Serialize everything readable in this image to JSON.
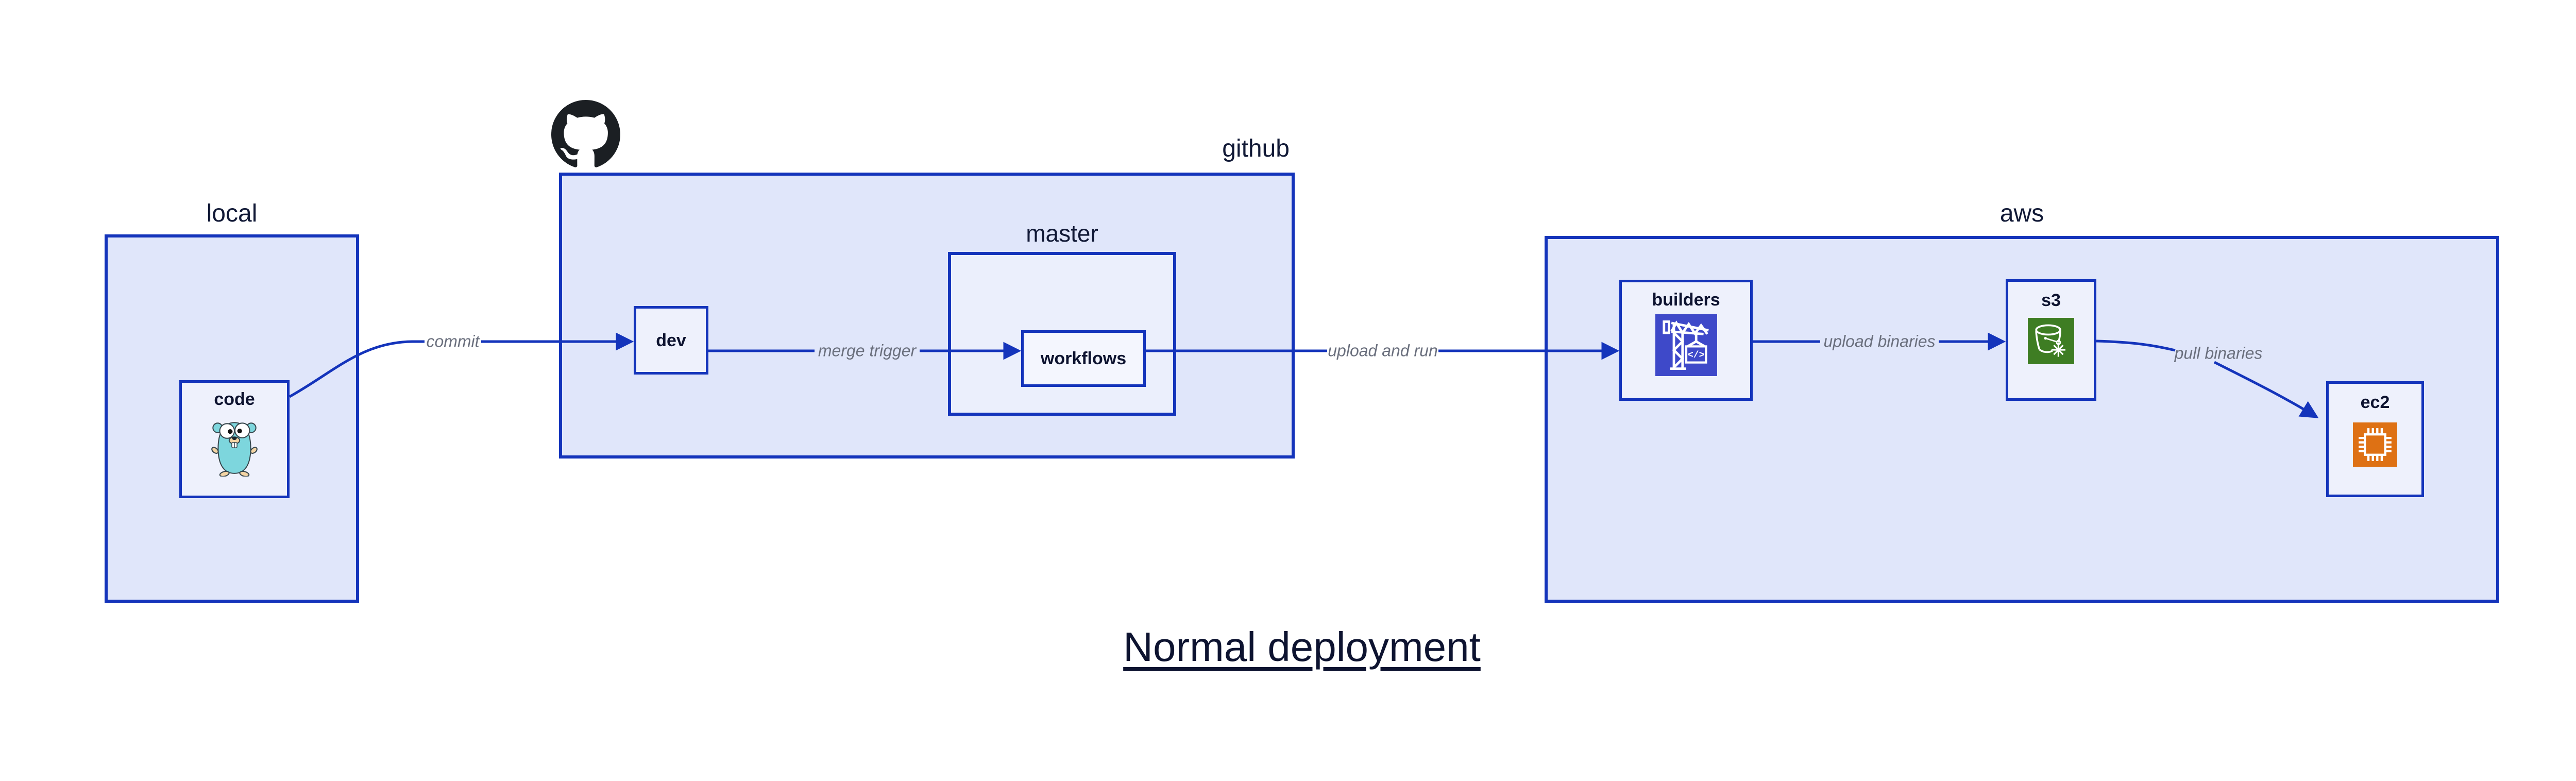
{
  "title": {
    "text": "Normal deployment"
  },
  "containers": {
    "local": {
      "label": "local"
    },
    "github": {
      "label": "github"
    },
    "master": {
      "label": "master"
    },
    "aws": {
      "label": "aws"
    }
  },
  "nodes": {
    "code": {
      "label": "code",
      "icon": "go-gopher-icon"
    },
    "dev": {
      "label": "dev"
    },
    "workflows": {
      "label": "workflows"
    },
    "builders": {
      "label": "builders",
      "icon": "crane-build-icon"
    },
    "s3": {
      "label": "s3",
      "icon": "s3-bucket-snowflake-icon"
    },
    "ec2": {
      "label": "ec2",
      "icon": "cpu-chip-icon"
    }
  },
  "edges": [
    {
      "from": "code",
      "to": "dev",
      "label": "commit"
    },
    {
      "from": "dev",
      "to": "workflows",
      "label": "merge trigger"
    },
    {
      "from": "workflows",
      "to": "builders",
      "label": "upload and run"
    },
    {
      "from": "builders",
      "to": "s3",
      "label": "upload binaries"
    },
    {
      "from": "s3",
      "to": "ec2",
      "label": "pull binaries"
    }
  ],
  "icons": {
    "github_logo": "github-octocat-logo",
    "builders_code_glyph": "</>"
  },
  "colors": {
    "border_and_edge_blue": "#1434bb",
    "container_fill": "#e0e6fa",
    "master_fill": "#ebeffc",
    "node_fill": "#eef1fc",
    "workflows_fill": "#f4f6fe",
    "edge_label_gray": "#6a6f7d",
    "label_dark_navy": "#0d1330",
    "github_logo_black": "#1b1f23",
    "builders_icon_bg": "#3e49c9",
    "s3_icon_bg": "#3e7d23",
    "ec2_icon_bg": "#de7114",
    "gopher_teal": "#7dd6dd"
  }
}
